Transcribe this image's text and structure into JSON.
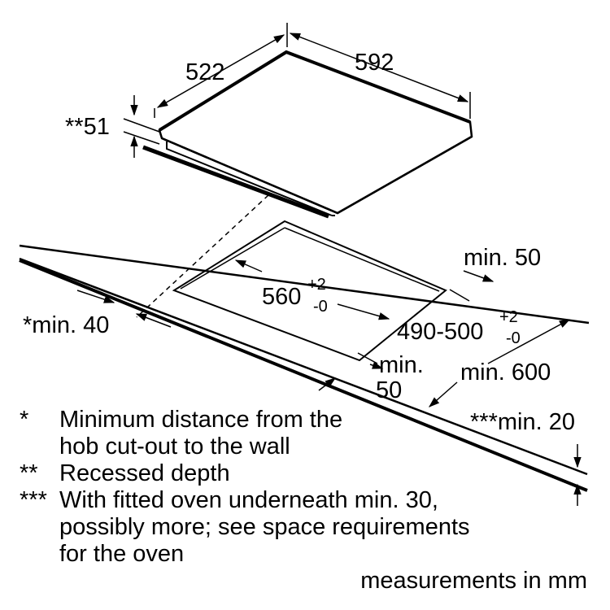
{
  "dimensions": {
    "hob_depth": "522",
    "hob_width": "592",
    "recess_depth": "**51",
    "back_clearance": "min. 50",
    "cutout_width": "560",
    "cutout_width_tol_plus": "+2",
    "cutout_width_tol_minus": "-0",
    "wall_distance": "*min. 40",
    "cutout_depth": "490-500",
    "cutout_depth_tol_plus": "+2",
    "cutout_depth_tol_minus": "-0",
    "front_clearance_line1": "min.",
    "front_clearance_line2": "50",
    "worktop_depth": "min. 600",
    "worktop_thickness": "***min. 20"
  },
  "notes": [
    {
      "marker": "*",
      "lines": [
        "Minimum distance from the",
        "hob cut-out to the wall"
      ]
    },
    {
      "marker": "**",
      "lines": [
        "Recessed depth"
      ]
    },
    {
      "marker": "***",
      "lines": [
        "With fitted oven underneath min. 30,",
        "possibly more; see space requirements",
        "for the oven"
      ]
    }
  ],
  "units_note": "measurements in mm"
}
